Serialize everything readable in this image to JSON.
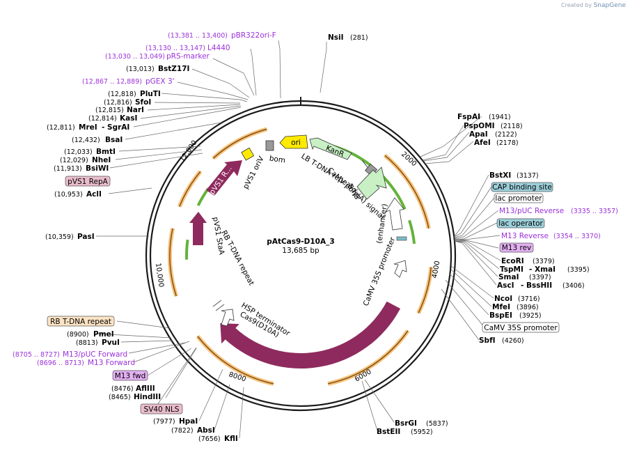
{
  "header": {
    "created_by": "Created by",
    "brand": "SnapGene"
  },
  "plasmid": {
    "name": "pAtCas9-D10A_3",
    "size": "13,685 bp"
  },
  "ticks": [
    "2000",
    "4000",
    "6000",
    "8000",
    "10,000",
    "12,000"
  ],
  "inner_features": {
    "ori": "ori",
    "kanr": "KanR",
    "bom": "bom",
    "pvs1_oriv": "pVS1 oriV",
    "pvs1_rep": "pVS1 R...",
    "pvs1_staa": "pVS1 StaA",
    "rb_repeat": "RB T-DNA repeat",
    "lb_repeat": "LB T-DNA repeat",
    "camv_polya": "CaMV poly(A) signal",
    "blpr": "BlpR",
    "enhancer": "(enhancer)",
    "camv35s": "CaMV 35S promoter",
    "hsp": "HSP terminator",
    "cas9": "Cas9(D10A)"
  },
  "right_labels": {
    "nsi": {
      "name": "NsiI",
      "pos": "(281)"
    },
    "fspa": {
      "name": "FspAI",
      "pos": "(1941)"
    },
    "pspomi": {
      "name": "PspOMI",
      "pos": "(2118)"
    },
    "apai": {
      "name": "ApaI",
      "pos": "(2122)"
    },
    "afei": {
      "name": "AfeI",
      "pos": "(2178)"
    },
    "bstxi": {
      "name": "BstXI",
      "pos": "(3137)"
    },
    "cap": "CAP binding site",
    "lacprom": "lac promoter",
    "m13puc_rev": {
      "name": "M13/pUC Reverse",
      "pos": "(3335 .. 3357)"
    },
    "lacop": "lac operator",
    "m13rev": {
      "name": "M13 Reverse",
      "pos": "(3354 .. 3370)"
    },
    "m13revbox": "M13 rev",
    "ecori": {
      "name": "EcoRI",
      "pos": "(3379)"
    },
    "tspmi": {
      "name": "TspMI",
      "name2": "XmaI",
      "pos": "(3395)"
    },
    "smai": {
      "name": "SmaI",
      "pos": "(3397)"
    },
    "asci": {
      "name": "AscI",
      "name2": "BssHII",
      "pos": "(3406)"
    },
    "ncoi": {
      "name": "NcoI",
      "pos": "(3716)"
    },
    "mfei": {
      "name": "MfeI",
      "pos": "(3896)"
    },
    "bspei": {
      "name": "BspEI",
      "pos": "(3925)"
    },
    "camvbox": "CaMV 35S promoter",
    "sbfi": {
      "name": "SbfI",
      "pos": "(4260)"
    },
    "bsrgi": {
      "name": "BsrGI",
      "pos": "(5837)"
    },
    "bsteii": {
      "name": "BstEII",
      "pos": "(5952)"
    }
  },
  "left_labels": {
    "pbr322": {
      "pos": "(13,381 .. 13,400)",
      "name": "pBR322ori-F"
    },
    "l4440": {
      "pos": "(13,130 .. 13,147)",
      "name": "L4440"
    },
    "prs": {
      "pos": "(13,030 .. 13,049)",
      "name": "pRS-marker"
    },
    "bstz": {
      "pos": "(13,013)",
      "name": "BstZ17I"
    },
    "pgex": {
      "pos": "(12,867 .. 12,889)",
      "name": "pGEX 3'"
    },
    "pluti": {
      "pos": "(12,818)",
      "name": "PluTI"
    },
    "sfoi": {
      "pos": "(12,816)",
      "name": "SfoI"
    },
    "nari": {
      "pos": "(12,815)",
      "name": "NarI"
    },
    "kasi": {
      "pos": "(12,814)",
      "name": "KasI"
    },
    "mrei": {
      "pos": "(12,811)",
      "name": "MreI",
      "name2": "SgrAI"
    },
    "bsai": {
      "pos": "(12,432)",
      "name": "BsaI"
    },
    "bmti": {
      "pos": "(12,033)",
      "name": "BmtI"
    },
    "nhei": {
      "pos": "(12,029)",
      "name": "NheI"
    },
    "bsiwi": {
      "pos": "(11,913)",
      "name": "BsiWI"
    },
    "repabox": "pVS1 RepA",
    "acli": {
      "pos": "(10,953)",
      "name": "AclI"
    },
    "pasi": {
      "pos": "(10,359)",
      "name": "PasI"
    },
    "rbbox": "RB T-DNA repeat",
    "pmei": {
      "pos": "(8900)",
      "name": "PmeI"
    },
    "pvui": {
      "pos": "(8813)",
      "name": "PvuI"
    },
    "m13puc_fwd": {
      "pos": "(8705 .. 8727)",
      "name": "M13/pUC Forward"
    },
    "m13fwd": {
      "pos": "(8696 .. 8713)",
      "name": "M13 Forward"
    },
    "m13fwdbox": "M13 fwd",
    "afliii": {
      "pos": "(8476)",
      "name": "AflIII"
    },
    "hindiii": {
      "pos": "(8465)",
      "name": "HindIII"
    },
    "sv40box": "SV40 NLS",
    "hpai": {
      "pos": "(7977)",
      "name": "HpaI"
    },
    "absi": {
      "pos": "(7822)",
      "name": "AbsI"
    },
    "kfli": {
      "pos": "(7656)",
      "name": "KflI"
    }
  },
  "colors": {
    "backbone": "#1a1a1a",
    "orf": "#f7c27a",
    "orf_arrow": "#7a4a10",
    "green": "#63b33a",
    "magenta": "#8e2a5e",
    "ori": "#ffea00",
    "primer": "#9b30d9",
    "pink_box": "#e9bccb",
    "peach_box": "#fde3c4",
    "blue_box": "#9ccfda",
    "purple_box": "#e3b0f3"
  }
}
